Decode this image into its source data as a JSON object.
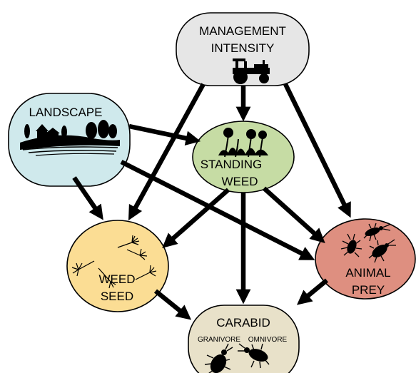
{
  "nodes": {
    "management": {
      "line1": "MANAGEMENT",
      "line2": "INTENSITY",
      "color": "#e6e6e6",
      "icon": "tractor-icon"
    },
    "landscape": {
      "label": "LANDSCAPE",
      "color": "#cfe9ec",
      "icon": "farm-landscape-icon"
    },
    "standing_weed": {
      "line1": "STANDING",
      "line2": "WEED",
      "color": "#c6dca4",
      "icon": "weed-plants-icon"
    },
    "weed_seed": {
      "line1": "WEED",
      "line2": "SEED",
      "color": "#fbdd94",
      "icon": "dandelion-seeds-icon"
    },
    "animal_prey": {
      "line1": "ANIMAL",
      "line2": "PREY",
      "color": "#de8f80",
      "icon": "insects-icon"
    },
    "carabid": {
      "label": "CARABID",
      "sub_left": "GRANIVORE",
      "sub_right": "OMNIVORE",
      "color": "#e8e1c9",
      "icon": "beetles-icon"
    }
  },
  "edges": [
    {
      "from": "MANAGEMENT INTENSITY",
      "to": "STANDING WEED"
    },
    {
      "from": "MANAGEMENT INTENSITY",
      "to": "WEED SEED"
    },
    {
      "from": "MANAGEMENT INTENSITY",
      "to": "ANIMAL PREY"
    },
    {
      "from": "LANDSCAPE",
      "to": "STANDING WEED"
    },
    {
      "from": "LANDSCAPE",
      "to": "WEED SEED"
    },
    {
      "from": "LANDSCAPE",
      "to": "ANIMAL PREY"
    },
    {
      "from": "STANDING WEED",
      "to": "WEED SEED"
    },
    {
      "from": "STANDING WEED",
      "to": "ANIMAL PREY"
    },
    {
      "from": "STANDING WEED",
      "to": "CARABID"
    },
    {
      "from": "WEED SEED",
      "to": "CARABID"
    },
    {
      "from": "ANIMAL PREY",
      "to": "CARABID"
    }
  ]
}
